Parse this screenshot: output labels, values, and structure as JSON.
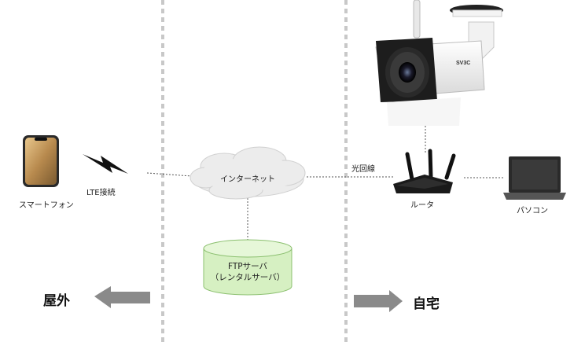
{
  "labels": {
    "smartphone": "スマートフォン",
    "lte": "LTE接続",
    "internet": "インターネット",
    "fiber": "光回線",
    "router": "ルータ",
    "pc": "パソコン",
    "ftp_line1": "FTPサーバ",
    "ftp_line2": "（レンタルサーバ）",
    "outdoor": "屋外",
    "home": "自宅",
    "camera_brand": "SV3C"
  },
  "icons": {
    "smartphone": "smartphone-icon",
    "lte": "lightning-icon",
    "internet": "cloud-icon",
    "ftp": "database-icon",
    "camera": "security-camera-icon",
    "router": "router-icon",
    "pc": "laptop-icon",
    "arrow_left": "arrow-left-icon",
    "arrow_right": "arrow-right-icon"
  },
  "colors": {
    "divider": "#c8c8c8",
    "connector": "#555555",
    "cloud_fill": "#ececec",
    "cloud_stroke": "#d0d0d0",
    "db_fill": "#d6f0c2",
    "db_stroke": "#8cc070",
    "arrow": "#8a8a8a"
  }
}
